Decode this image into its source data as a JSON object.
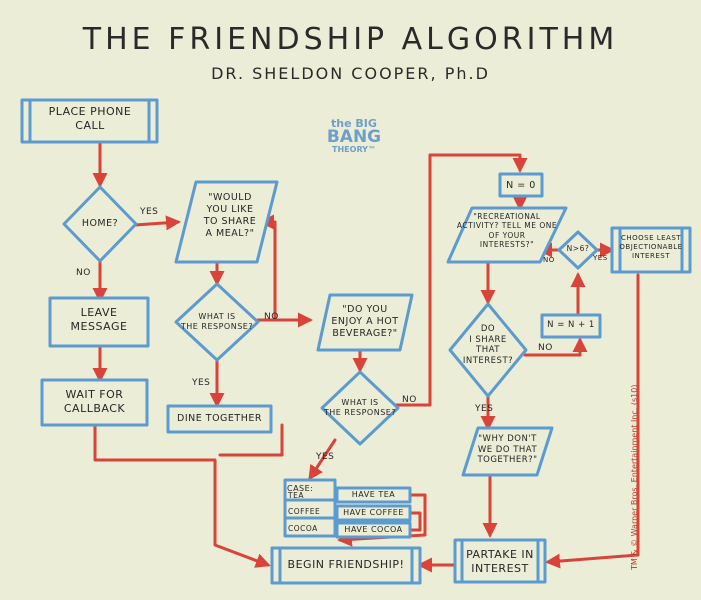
{
  "title": "THE FRIENDSHIP ALGORITHM",
  "subtitle": "DR. SHELDON COOPER, Ph.D",
  "logo": {
    "line1": "the BIG",
    "line2": "BANG",
    "line3": "THEORY™"
  },
  "copyright": "TM & © Warner Bros. Entertainment Inc. (s10)",
  "nodes": {
    "place_call": "PLACE PHONE\nCALL",
    "home": "HOME?",
    "leave_message": "LEAVE\nMESSAGE",
    "wait_callback": "WAIT FOR\nCALLBACK",
    "share_meal": "\"WOULD\nYOU LIKE\nTO SHARE\nA MEAL?\"",
    "response1": "WHAT IS\nTHE RESPONSE?",
    "dine_together": "DINE TOGETHER",
    "hot_beverage": "\"DO YOU\nENJOY A HOT\nBEVERAGE?\"",
    "response2": "WHAT IS\nTHE RESPONSE?",
    "case": "CASE:",
    "tea": "TEA",
    "coffee": "COFFEE",
    "cocoa": "COCOA",
    "have_tea": "HAVE TEA",
    "have_coffee": "HAVE COFFEE",
    "have_cocoa": "HAVE COCOA",
    "begin_friendship": "BEGIN FRIENDSHIP!",
    "n_zero": "N = 0",
    "rec_activity": "\"RECREATIONAL\nACTIVITY? TELL ME ONE\nOF YOUR\nINTERESTS?\"",
    "n_gt_6": "N>6?",
    "least_objectionable": "CHOOSE LEAST\nOBJECTIONABLE\nINTEREST",
    "n_plus_one": "N = N + 1",
    "share_interest": "DO\nI SHARE\nTHAT\nINTEREST?",
    "why_dont_we": "\"WHY DON'T\nWE DO THAT\nTOGETHER?\"",
    "partake": "PARTAKE IN\nINTEREST"
  },
  "edges": {
    "home_yes": "YES",
    "home_no": "NO",
    "resp1_no": "NO",
    "resp1_yes": "YES",
    "resp2_no": "NO",
    "resp2_yes": "YES",
    "n6_no": "NO",
    "n6_yes": "YES",
    "share_no": "NO",
    "share_yes": "YES"
  }
}
